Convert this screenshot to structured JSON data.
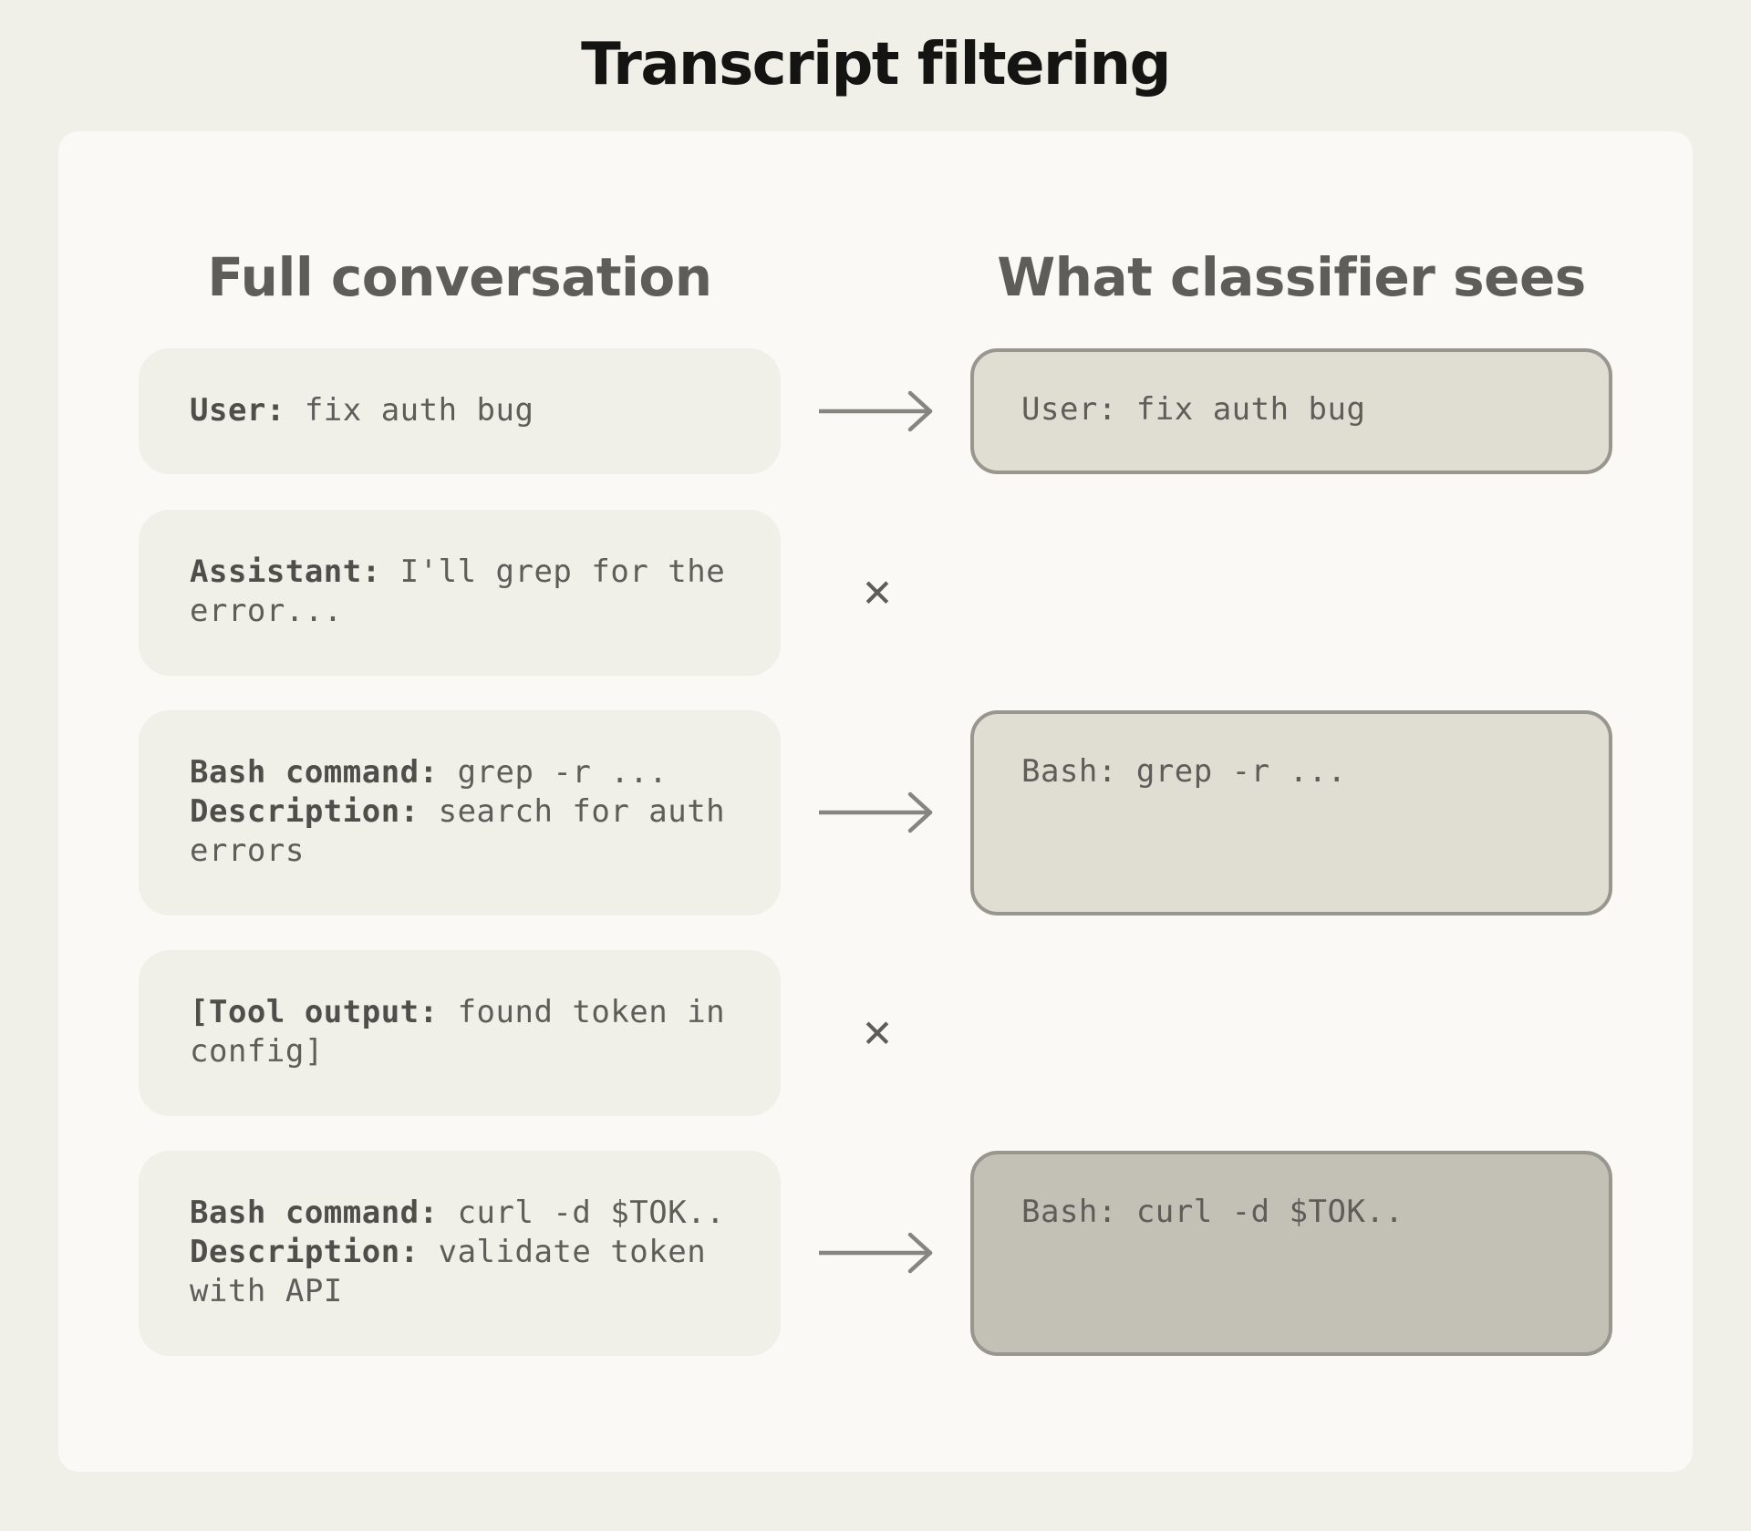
{
  "title": "Transcript filtering",
  "columns": {
    "left": "Full conversation",
    "right": "What classifier sees"
  },
  "rows": [
    {
      "message": [
        {
          "label": "User:",
          "text": " fix auth bug"
        }
      ],
      "result": "kept",
      "classifier_text": "User: fix auth bug"
    },
    {
      "message": [
        {
          "label": "Assistant:",
          "text": " I'll grep for the error..."
        }
      ],
      "result": "removed"
    },
    {
      "message": [
        {
          "label": "Bash command:",
          "text": " grep -r ..."
        },
        {
          "label": "Description:",
          "text": " search for auth errors"
        }
      ],
      "result": "kept",
      "classifier_text": "Bash: grep -r ..."
    },
    {
      "message": [
        {
          "label": "[Tool output:",
          "text": " found token in config]"
        }
      ],
      "result": "removed"
    },
    {
      "message": [
        {
          "label": "Bash command:",
          "text": " curl -d $TOK.."
        },
        {
          "label": "Description:",
          "text": " validate token with API"
        }
      ],
      "result": "kept",
      "classifier_text": "Bash: curl -d $TOK.."
    }
  ],
  "icons": {
    "kept": "arrow-right-icon",
    "removed": "cross-icon",
    "removed_glyph": "✕"
  }
}
